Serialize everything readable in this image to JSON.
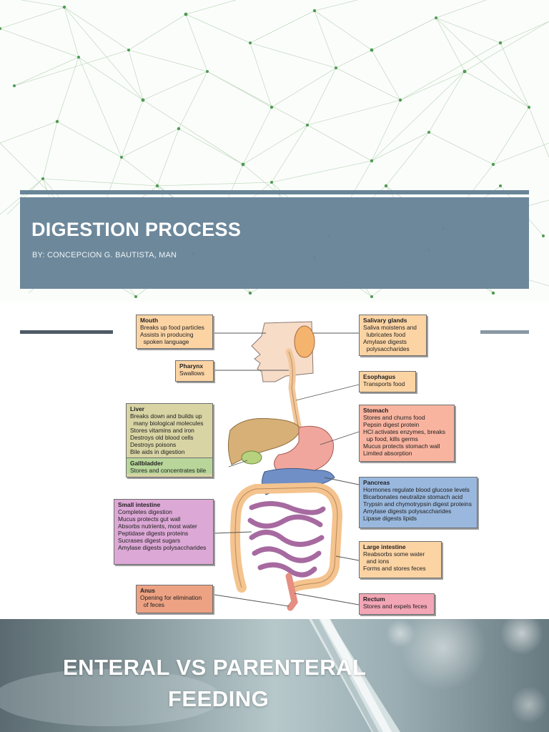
{
  "slide1": {
    "title": "DIGESTION PROCESS",
    "byline": "BY: CONCEPCION G. BAUTISTA, MAN"
  },
  "slide2": {
    "boxes": [
      {
        "key": "mouth",
        "heading": "Mouth",
        "lines": [
          "Breaks up food particles",
          "Assists in producing",
          "  spoken language"
        ],
        "color": "#fcd4a4"
      },
      {
        "key": "pharynx",
        "heading": "Pharynx",
        "lines": [
          "Swallows"
        ],
        "color": "#fcd4a4"
      },
      {
        "key": "liver",
        "heading": "Liver",
        "lines": [
          "Breaks down and builds up",
          "  many biological molecules",
          "Stores vitamins and iron",
          "Destroys old blood cells",
          "Destroys poisons",
          "Bile aids in digestion"
        ],
        "color": "#d8d4a4"
      },
      {
        "key": "gallbladder",
        "heading": "Gallbladder",
        "lines": [
          "Stores and concentrates bile"
        ],
        "color": "#b8d69a"
      },
      {
        "key": "small_intestine",
        "heading": "Small intestine",
        "lines": [
          "Completes digestion",
          "Mucus protects gut wall",
          "Absorbs nutrients, most water",
          "Peptidase digests proteins",
          "Sucrases digest sugars",
          "Amylase digests polysaccharides"
        ],
        "color": "#dca8d6"
      },
      {
        "key": "anus",
        "heading": "Anus",
        "lines": [
          "Opening for elimination",
          "  of feces"
        ],
        "color": "#eda283"
      },
      {
        "key": "salivary",
        "heading": "Salivary glands",
        "lines": [
          "Saliva moistens and",
          "  lubricates food",
          "Amylase digests",
          "  polysaccharides"
        ],
        "color": "#fcd4a4"
      },
      {
        "key": "esophagus",
        "heading": "Esophagus",
        "lines": [
          "Transports food"
        ],
        "color": "#fcd4a4"
      },
      {
        "key": "stomach",
        "heading": "Stomach",
        "lines": [
          "Stores and churns food",
          "Pepsin digest protein",
          "HCl activates enzymes, breaks",
          "  up food, kills germs",
          "Mucus protects stomach wall",
          "Limited absorption"
        ],
        "color": "#f9b4a0"
      },
      {
        "key": "pancreas",
        "heading": "Pancreas",
        "lines": [
          "Hormones regulate blood glucose levels",
          "Bicarbonates neutralize stomach acid",
          "Trypsin and chymotrypsin digest proteins",
          "Amylase digests polysaccharides",
          "Lipase digests lipids"
        ],
        "color": "#9ab8de"
      },
      {
        "key": "large_intestine",
        "heading": "Large intestine",
        "lines": [
          "Reabsorbs some water",
          "  and ions",
          "Forms and stores feces"
        ],
        "color": "#fcd4a4"
      },
      {
        "key": "rectum",
        "heading": "Rectum",
        "lines": [
          "Stores and expels feces"
        ],
        "color": "#f3a6b6"
      }
    ]
  },
  "slide3": {
    "title_line1": "ENTERAL VS PARENTERAL",
    "title_line2": "FEEDING"
  }
}
